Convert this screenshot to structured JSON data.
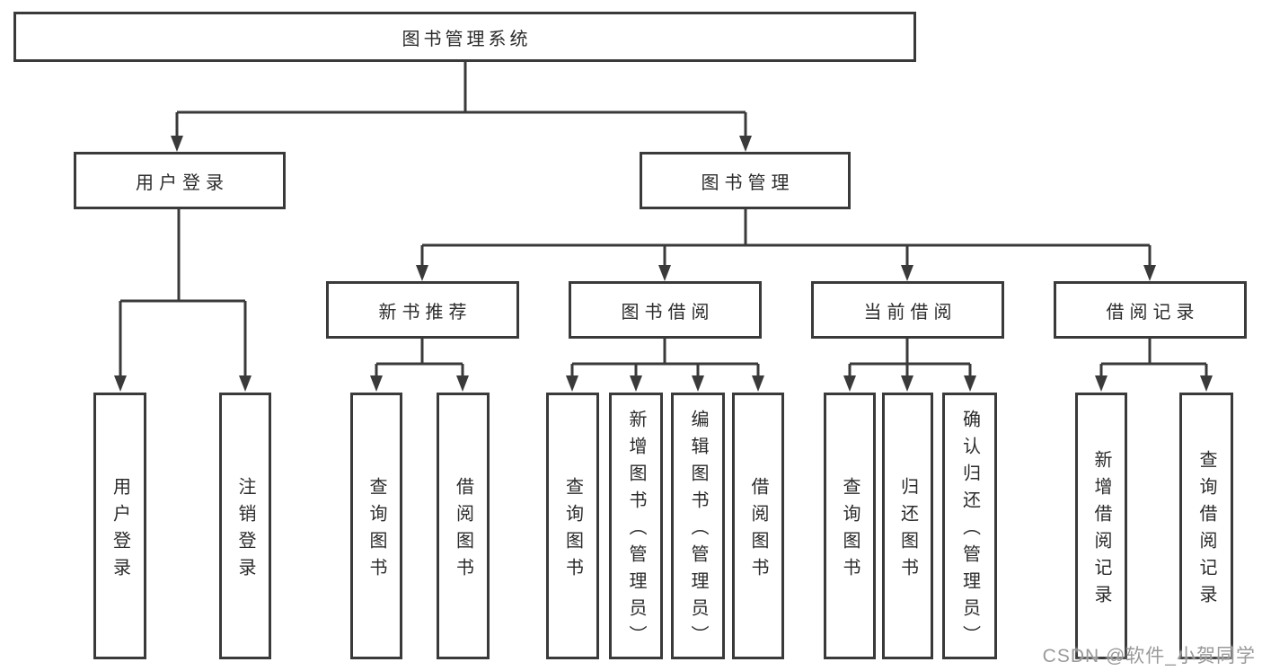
{
  "tree": {
    "label": "图书管理系统",
    "children": [
      {
        "label": "用户登录",
        "children": [
          {
            "label": "用户登录"
          },
          {
            "label": "注销登录"
          }
        ]
      },
      {
        "label": "图书管理",
        "children": [
          {
            "label": "新书推荐",
            "children": [
              {
                "label": "查询图书"
              },
              {
                "label": "借阅图书"
              }
            ]
          },
          {
            "label": "图书借阅",
            "children": [
              {
                "label": "查询图书"
              },
              {
                "label": "新增图书（管理员）"
              },
              {
                "label": "编辑图书（管理员）"
              },
              {
                "label": "借阅图书"
              }
            ]
          },
          {
            "label": "当前借阅",
            "children": [
              {
                "label": "查询图书"
              },
              {
                "label": "归还图书"
              },
              {
                "label": "确认归还（管理员）"
              }
            ]
          },
          {
            "label": "借阅记录",
            "children": [
              {
                "label": "新增借阅记录"
              },
              {
                "label": "查询借阅记录"
              }
            ]
          }
        ]
      }
    ]
  },
  "watermark": "CSDN @软件_小贺同学",
  "colors": {
    "line": "#3a3a3a",
    "box_border": "#3a3a3a",
    "box_background": "#ffffff",
    "text": "#2b2b2b",
    "watermark": "#9a9a9a",
    "page_background": "#ffffff"
  }
}
